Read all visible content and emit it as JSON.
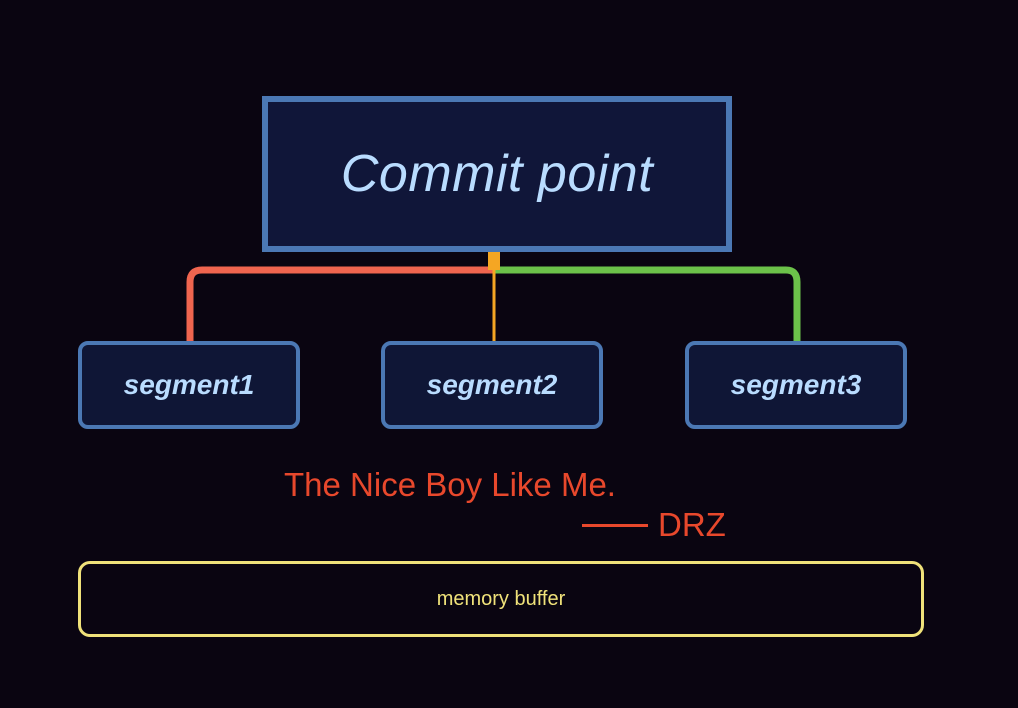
{
  "diagram": {
    "root": {
      "label": "Commit point"
    },
    "segments": [
      {
        "label": "segment1",
        "connector_color": "#f0654f"
      },
      {
        "label": "segment2",
        "connector_color": "#f5a623"
      },
      {
        "label": "segment3",
        "connector_color": "#6cc24a"
      }
    ],
    "quote": {
      "text": "The Nice Boy Like Me.",
      "author": "DRZ",
      "color": "#e8482c"
    },
    "memory_buffer": {
      "label": "memory buffer",
      "color": "#f0e27a"
    },
    "colors": {
      "background": "#0a0511",
      "box_fill": "#101639",
      "box_border": "#4b78b4",
      "box_text": "#b9dcff"
    }
  }
}
